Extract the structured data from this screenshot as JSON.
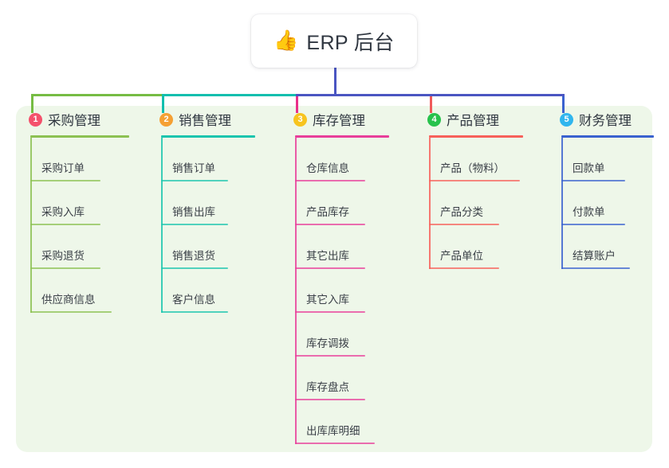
{
  "root": {
    "icon": "thumbs-up-icon",
    "icon_glyph": "👍",
    "title": "ERP 后台"
  },
  "panel": {
    "background_color": "#eef7e9"
  },
  "connectors": {
    "trunk_color": "#4a55c2",
    "segments": [
      {
        "name": "bus-green",
        "color": "#76bc43"
      },
      {
        "name": "bus-teal",
        "color": "#12bfae"
      },
      {
        "name": "bus-indigo",
        "color": "#4a55c2"
      }
    ],
    "drops": [
      {
        "name": "drop-1",
        "color": "#76bc43"
      },
      {
        "name": "drop-2",
        "color": "#12bfae"
      },
      {
        "name": "drop-3",
        "color": "#ea2f8a"
      },
      {
        "name": "drop-4",
        "color": "#f05a5a"
      },
      {
        "name": "drop-5",
        "color": "#3a62cf"
      }
    ]
  },
  "columns": [
    {
      "number": "1",
      "title": "采购管理",
      "badge_color": "#f4516c",
      "line_color": "#8cc152",
      "rule_width": 124,
      "items": [
        {
          "label": "采购订单",
          "rule_width": 88
        },
        {
          "label": "采购入库",
          "rule_width": 88
        },
        {
          "label": "采购退货",
          "rule_width": 88
        },
        {
          "label": "供应商信息",
          "rule_width": 102
        }
      ]
    },
    {
      "number": "2",
      "title": "销售管理",
      "badge_color": "#f5a033",
      "line_color": "#1bc5ae",
      "rule_width": 118,
      "items": [
        {
          "label": "销售订单",
          "rule_width": 84
        },
        {
          "label": "销售出库",
          "rule_width": 84
        },
        {
          "label": "销售退货",
          "rule_width": 84
        },
        {
          "label": "客户信息",
          "rule_width": 84
        }
      ]
    },
    {
      "number": "3",
      "title": "库存管理",
      "badge_color": "#f7c41f",
      "line_color": "#e83e9a",
      "rule_width": 118,
      "items": [
        {
          "label": "仓库信息",
          "rule_width": 88
        },
        {
          "label": "产品库存",
          "rule_width": 88
        },
        {
          "label": "其它出库",
          "rule_width": 88
        },
        {
          "label": "其它入库",
          "rule_width": 88
        },
        {
          "label": "库存调拨",
          "rule_width": 88
        },
        {
          "label": "库存盘点",
          "rule_width": 88
        },
        {
          "label": "出库库明细",
          "rule_width": 100
        }
      ]
    },
    {
      "number": "4",
      "title": "产品管理",
      "badge_color": "#27c24c",
      "line_color": "#f7605a",
      "rule_width": 118,
      "items": [
        {
          "label": "产品（物料）",
          "rule_width": 114
        },
        {
          "label": "产品分类",
          "rule_width": 88
        },
        {
          "label": "产品单位",
          "rule_width": 88
        }
      ]
    },
    {
      "number": "5",
      "title": "财务管理",
      "badge_color": "#30b6ee",
      "line_color": "#3a62cf",
      "rule_width": 116,
      "items": [
        {
          "label": "回款单",
          "rule_width": 80
        },
        {
          "label": "付款单",
          "rule_width": 80
        },
        {
          "label": "结算账户",
          "rule_width": 86
        }
      ]
    }
  ],
  "layout": {
    "column_left_offsets": [
      0,
      164,
      332,
      500,
      666
    ]
  }
}
